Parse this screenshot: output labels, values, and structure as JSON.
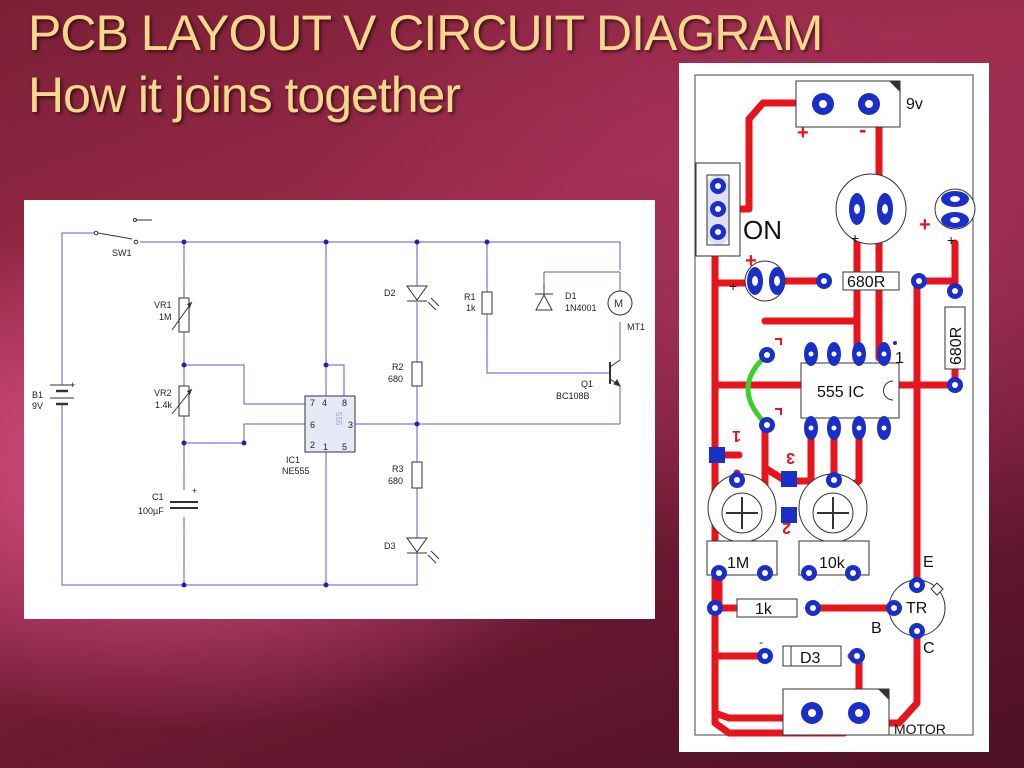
{
  "title": {
    "line1": "PCB LAYOUT V CIRCUIT DIAGRAM",
    "line2": "How it joins together"
  },
  "colors": {
    "title": "#f7d78a",
    "schematic_wire": "#5b5bd6",
    "pcb_track": "#e8141c",
    "pcb_pad": "#1a2ec8",
    "jumper": "#39d12a"
  },
  "schematic": {
    "sw1": "SW1",
    "b1": "B1",
    "b1_value": "9V",
    "vr1": "VR1",
    "vr1_value": "1M",
    "vr2": "VR2",
    "vr2_value": "1.4k",
    "c1": "C1",
    "c1_value": "100µF",
    "ic1": "IC1",
    "ic1_value": "NE555",
    "ic_body": "555",
    "pin7": "7",
    "pin4": "4",
    "pin8": "8",
    "pin6": "6",
    "pin3": "3",
    "pin2": "2",
    "pin1": "1",
    "pin5": "5",
    "d2": "D2",
    "r2": "R2",
    "r2_value": "680",
    "r3": "R3",
    "r3_value": "680",
    "d3": "D3",
    "r1": "R1",
    "r1_value": "1k",
    "d1": "D1",
    "d1_value": "1N4001",
    "motor_symbol": "M",
    "mt1": "MT1",
    "q1": "Q1",
    "q1_value": "BC108B",
    "plus": "+",
    "minus": "-"
  },
  "pcb": {
    "battery_label": "9v",
    "plus": "+",
    "minus": "-",
    "on_label": "ON",
    "r680_top": "680R",
    "r680_side": "680R",
    "ic_label": "555 IC",
    "pin1_mark": "1",
    "vr1_value": "1M",
    "vr2_value": "10k",
    "r1k": "1k",
    "tr": "TR",
    "e": "E",
    "b": "B",
    "c": "C",
    "d3": "D3",
    "motor": "MOTOR",
    "num1": "1",
    "num2": "2",
    "num3": "3"
  }
}
